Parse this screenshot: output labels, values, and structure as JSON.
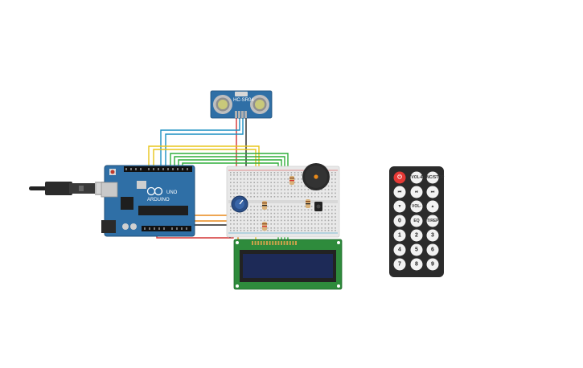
{
  "colors": {
    "arduino_board": "#2f6fa6",
    "breadboard": "#e8e8e8",
    "lcd_pcb": "#2e8b3c",
    "lcd_screen": "#1d2a57",
    "remote_body": "#2b2b2b",
    "wire_red": "#d33434",
    "wire_green": "#2fae3a",
    "wire_yellow": "#e8c51a",
    "wire_blue": "#1b8fc2",
    "wire_orange": "#e8891a",
    "wire_black": "#222222"
  },
  "components": {
    "ultrasonic_sensor": {
      "label": "HC-SR04",
      "icon": "ultrasonic-sensor-icon"
    },
    "arduino": {
      "brand_label": "UNO",
      "model_label": "ARDUINO"
    },
    "usb_cable": {
      "icon": "usb-cable-icon"
    },
    "breadboard": {
      "icon": "breadboard-icon"
    },
    "buzzer": {
      "icon": "piezo-buzzer-icon"
    },
    "potentiometer": {
      "icon": "potentiometer-icon"
    },
    "lcd": {
      "icon": "lcd-16x2-icon"
    },
    "ir_remote": {
      "power_label": "⏻",
      "top_buttons": [
        "VOL+",
        "FUNC/STOP"
      ],
      "nav_row": [
        "⏮",
        "⏯",
        "⏭"
      ],
      "mid_row": [
        "▼",
        "VOL-",
        "▲"
      ],
      "rows": [
        [
          "0",
          "EQ",
          "ST/REPT"
        ],
        [
          "1",
          "2",
          "3"
        ],
        [
          "4",
          "5",
          "6"
        ],
        [
          "7",
          "8",
          "9"
        ]
      ]
    }
  }
}
